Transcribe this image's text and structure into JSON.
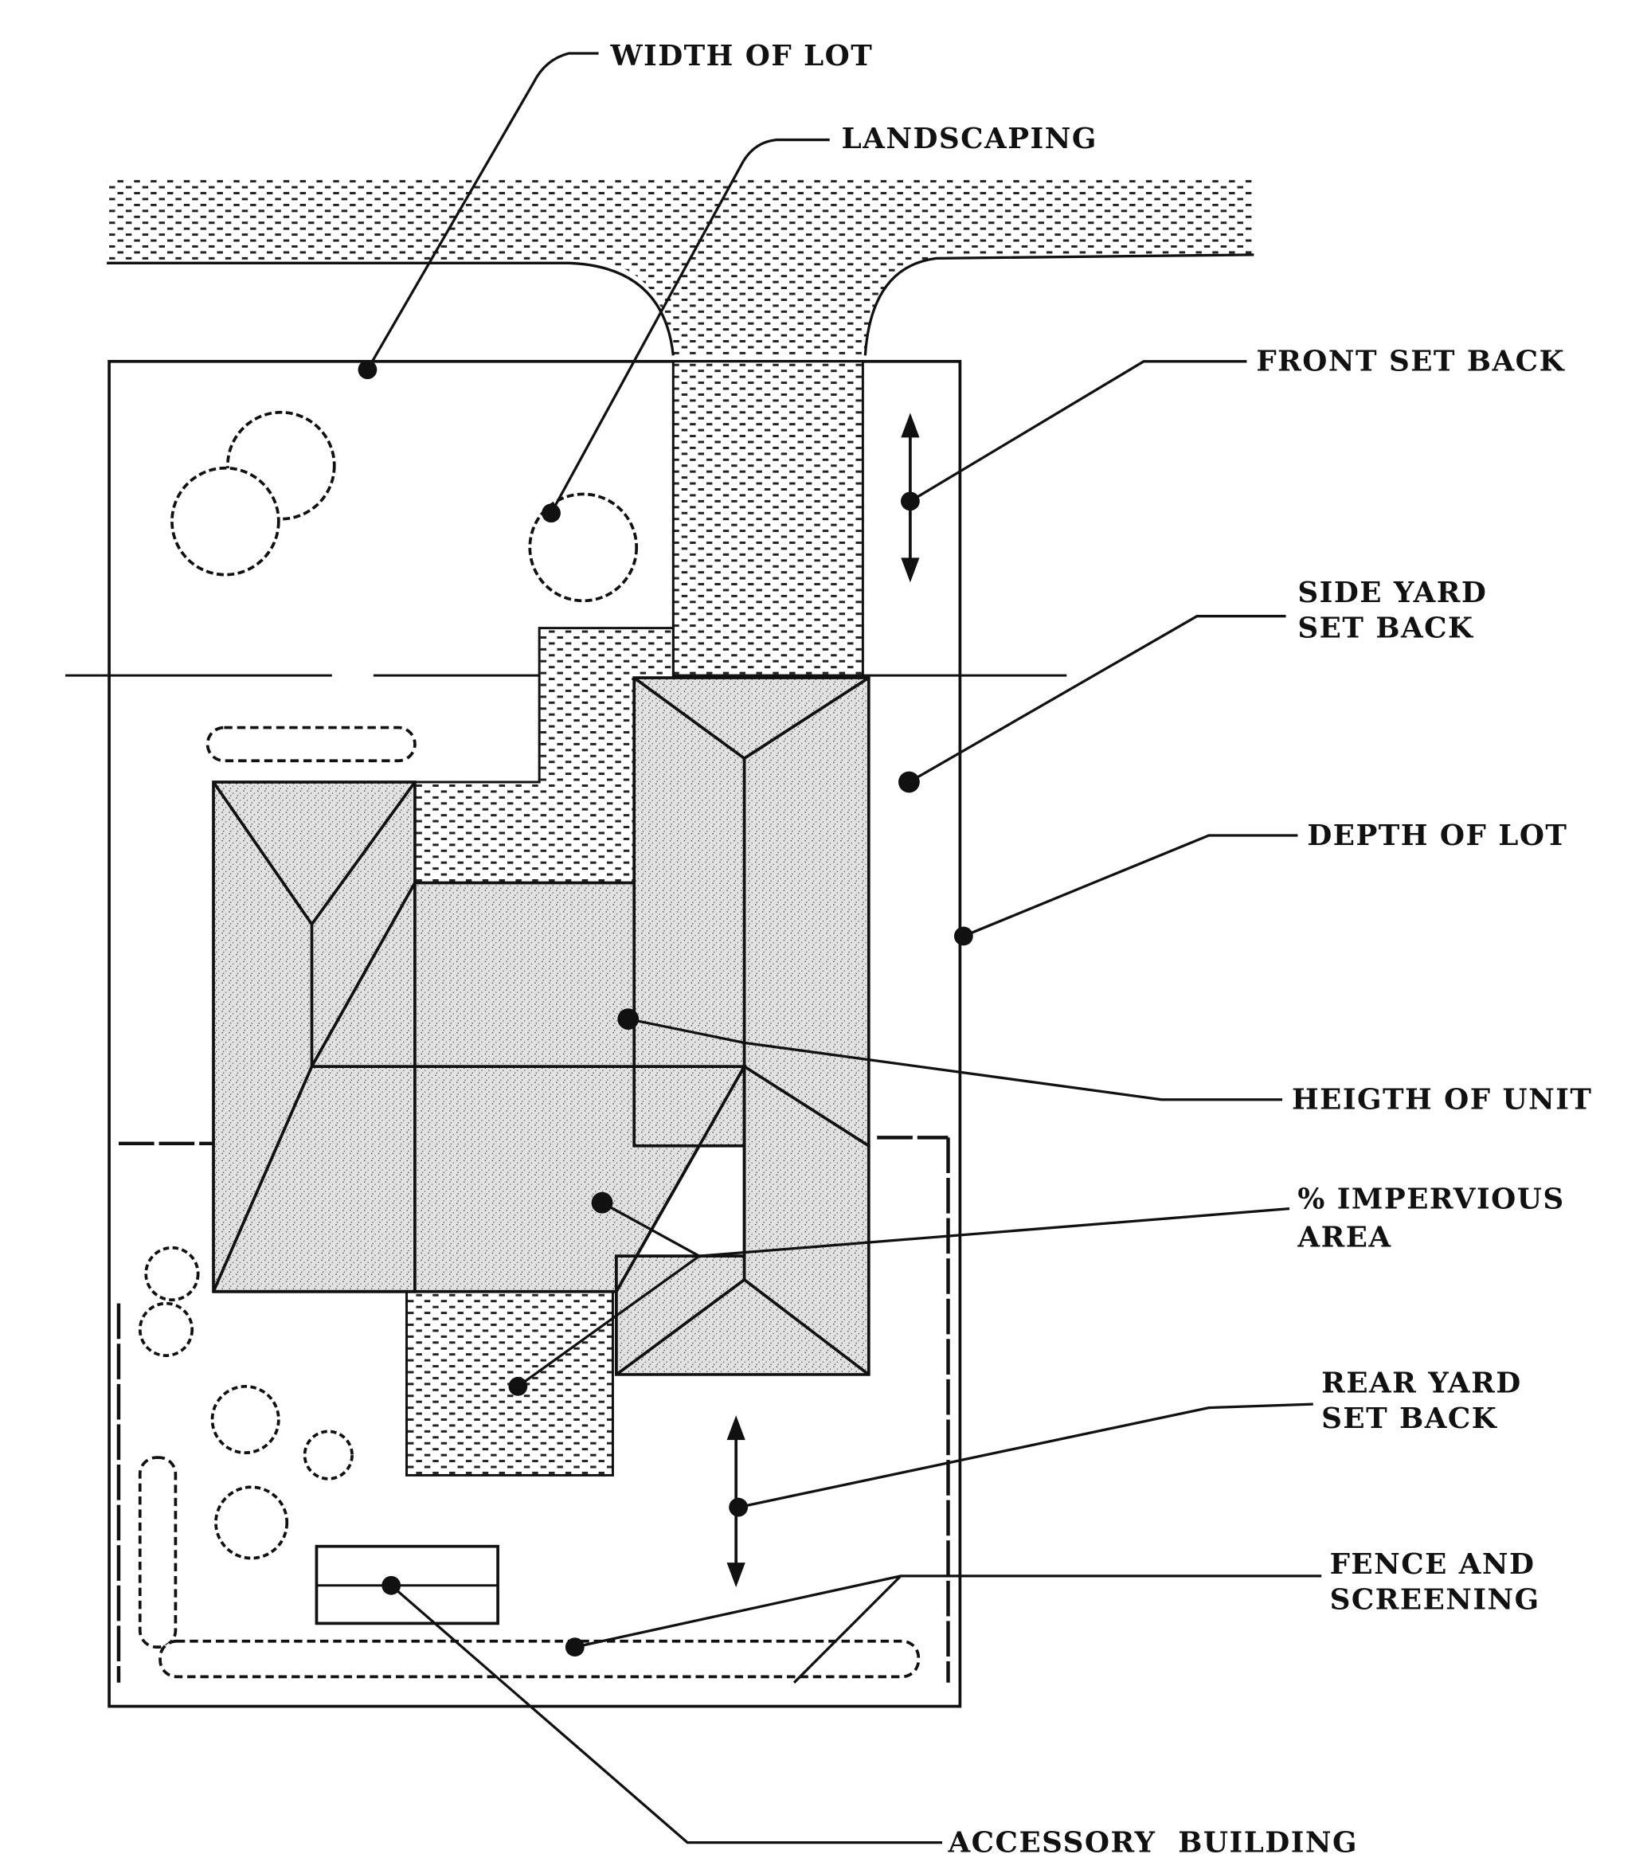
{
  "title": "Lot site plan diagram",
  "labels": {
    "width_of_lot": "WIDTH OF LOT",
    "landscaping": "LANDSCAPING",
    "front_set_back": "FRONT SET BACK",
    "side_yard_set_back_1": "SIDE YARD",
    "side_yard_set_back_2": "SET BACK",
    "depth_of_lot": "DEPTH OF LOT",
    "heigth_of_unit": "HEIGTH OF UNIT",
    "impervious_area_1": "% IMPERVIOUS",
    "impervious_area_2": "AREA",
    "rear_yard_set_back_1": "REAR YARD",
    "rear_yard_set_back_2": "SET BACK",
    "fence_and_screening_1": "FENCE AND",
    "fence_and_screening_2": "SCREENING",
    "accessory_building": "ACCESSORY  BUILDING"
  },
  "colors": {
    "ink": "#111111",
    "paper": "#ffffff",
    "roof": "#d4d4d4"
  }
}
